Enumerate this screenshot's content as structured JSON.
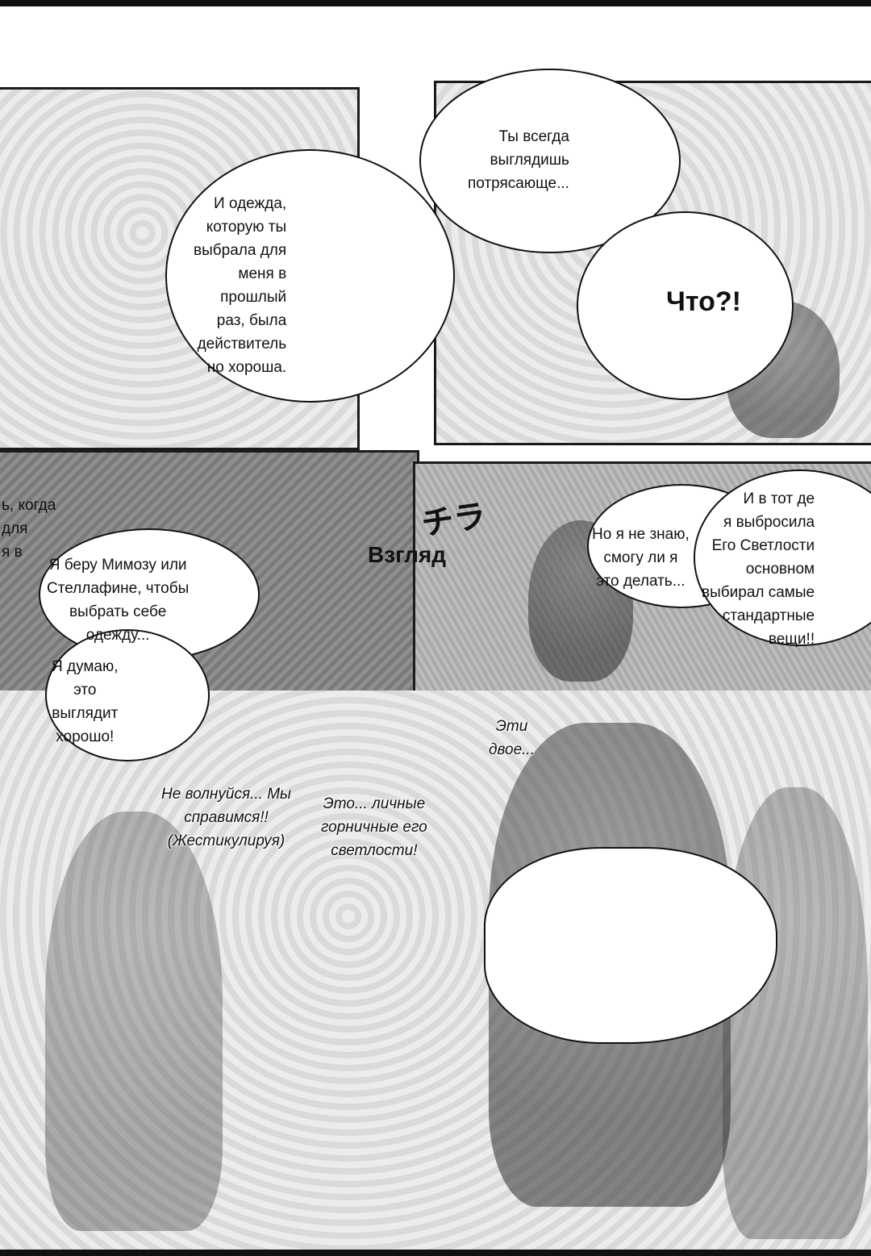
{
  "page": {
    "panels": [
      {
        "id": "panel-1"
      },
      {
        "id": "panel-2"
      },
      {
        "id": "panel-3"
      },
      {
        "id": "panel-4"
      },
      {
        "id": "panel-5"
      }
    ],
    "dialogue": {
      "always_stunning": "Ты всегда\nвыглядишь\nпотрясающе...",
      "clothes_last_time": "И одежда,\nкоторую ты\nвыбрала для\nменя в\nпрошлый\nраз, была\nдействитель\nно хороша.",
      "what": "Что?!",
      "partial_left": "ь, когда\nдля\nя в",
      "mimosa": "Я беру Мимозу или\nСтеллафине, чтобы\nвыбрать себе\nодежду...",
      "i_think": "Я думаю,\nэто\nвыглядит\nхорошо!",
      "dont_know": "Но я не знаю,\nсмогу ли я\nэто делать...",
      "that_day": "И в тот де\nя выбросила\nЕго Светлости\nосновном\nвыбирал самые\nстандартные\nвещи!!",
      "these_two": "Эти\nдвое...",
      "dont_worry": "Не волнуйся... Мы\nсправимся!!\n(Жестикулируя)",
      "personal_maids": "Это... личные\nгорничные его\nсветлости!"
    },
    "sfx": {
      "glance_kanji": "チラ",
      "glance": "Взгляд"
    }
  }
}
